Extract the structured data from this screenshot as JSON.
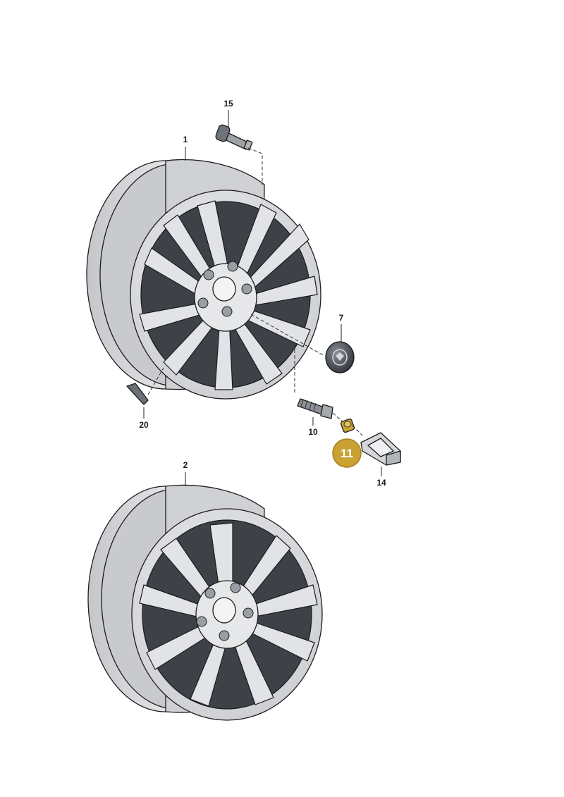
{
  "callouts": {
    "wheel_upper": "1",
    "wheel_lower": "2",
    "valve": "15",
    "hub_cap": "7",
    "bolt": "10",
    "cap_highlighted": "11",
    "tpms_sensor": "14",
    "balance_weight": "20"
  },
  "colors": {
    "background": "#ffffff",
    "wheel_fill": "#dcdde0",
    "wheel_shade": "#b6b8bd",
    "wheel_dark": "#4a4d54",
    "highlight": "#c9a233",
    "highlight_border": "#a47f1c"
  }
}
